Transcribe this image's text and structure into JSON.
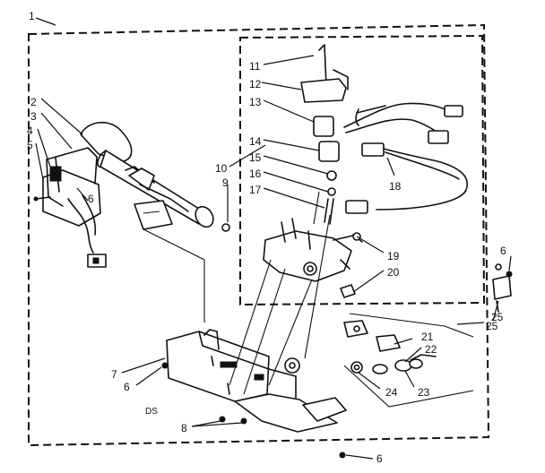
{
  "callouts": {
    "n1": "1",
    "n2": "2",
    "n3": "3",
    "n4": "4",
    "n5": "5",
    "n6": "6",
    "n7": "7",
    "n8": "8",
    "n9": "9",
    "n10": "10",
    "n11": "11",
    "n12": "12",
    "n13": "13",
    "n14": "14",
    "n15": "15",
    "n16": "16",
    "n17": "17",
    "n18": "18",
    "n19": "19",
    "n20": "20",
    "n21": "21",
    "n22": "22",
    "n23": "23",
    "n24": "24",
    "n25": "25"
  },
  "marking": "DS"
}
